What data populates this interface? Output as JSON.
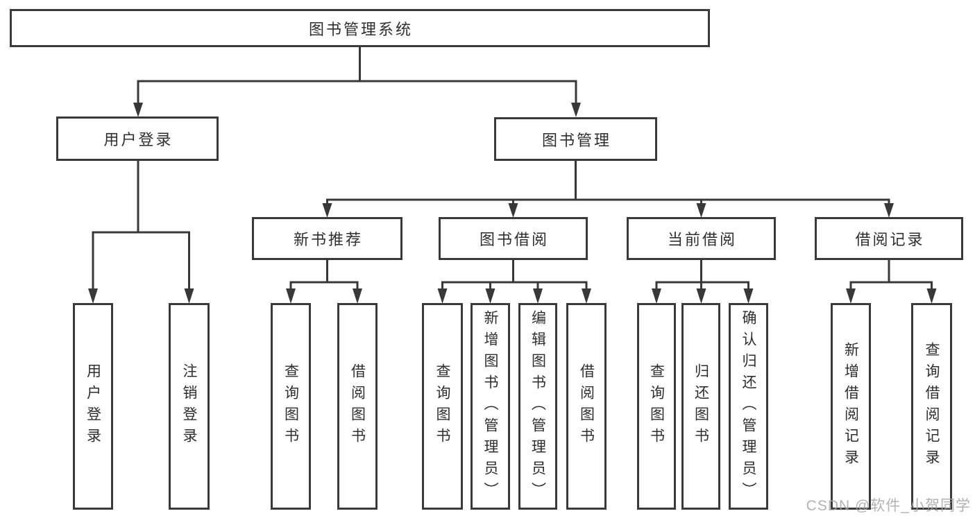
{
  "diagram_type": "tree",
  "colors": {
    "line": "#383838",
    "box_border": "#3a3a3a",
    "text": "#2e2e2e",
    "background": "#ffffff",
    "watermark": "#a4a4a4"
  },
  "tree": {
    "root": {
      "label": "图书管理系统"
    },
    "branches": [
      {
        "label": "用户登录",
        "leaves": [
          "用户登录",
          "注销登录"
        ]
      },
      {
        "label": "图书管理",
        "children": [
          {
            "label": "新书推荐",
            "leaves": [
              "查询图书",
              "借阅图书"
            ]
          },
          {
            "label": "图书借阅",
            "leaves": [
              "查询图书",
              "新增图书（管理员）",
              "编辑图书（管理员）",
              "借阅图书"
            ]
          },
          {
            "label": "当前借阅",
            "leaves": [
              "查询图书",
              "归还图书",
              "确认归还（管理员）"
            ]
          },
          {
            "label": "借阅记录",
            "leaves": [
              "新增借阅记录",
              "查询借阅记录"
            ]
          }
        ]
      }
    ]
  },
  "watermark": {
    "text": "CSDN @软件_小贺同学"
  }
}
